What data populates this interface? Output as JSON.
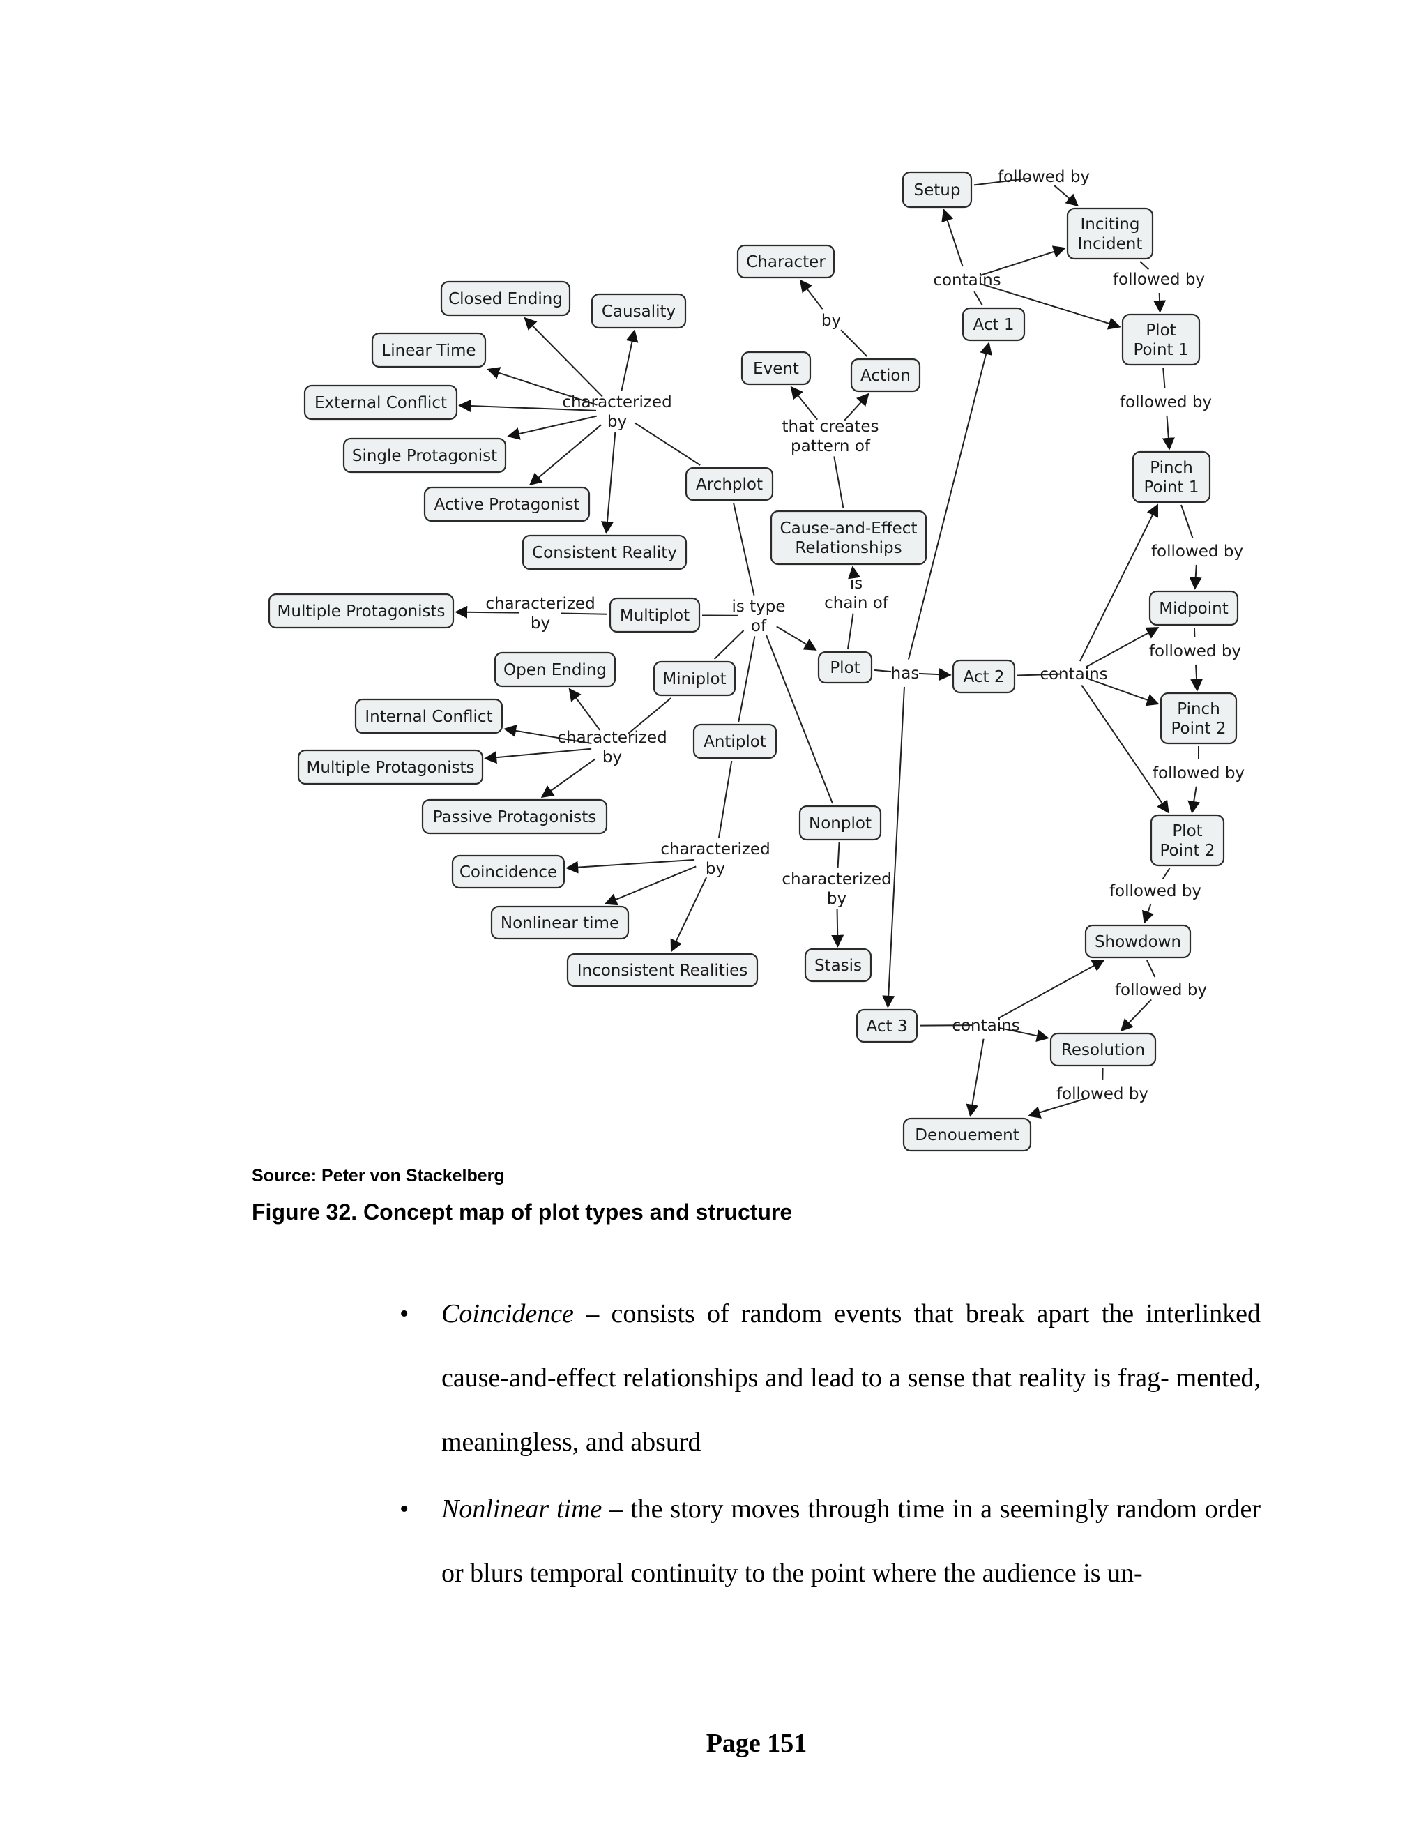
{
  "diagram": {
    "nodes": [
      {
        "id": "setup",
        "label": "Setup"
      },
      {
        "id": "inciting",
        "label": "Inciting\nIncident"
      },
      {
        "id": "character",
        "label": "Character"
      },
      {
        "id": "act1",
        "label": "Act 1"
      },
      {
        "id": "plotpoint1",
        "label": "Plot\nPoint 1"
      },
      {
        "id": "closedending",
        "label": "Closed Ending"
      },
      {
        "id": "causality",
        "label": "Causality"
      },
      {
        "id": "lineartime",
        "label": "Linear Time"
      },
      {
        "id": "event",
        "label": "Event"
      },
      {
        "id": "action",
        "label": "Action"
      },
      {
        "id": "externalconflict",
        "label": "External Conflict"
      },
      {
        "id": "singleprotagonist",
        "label": "Single Protagonist"
      },
      {
        "id": "pinchpoint1",
        "label": "Pinch\nPoint 1"
      },
      {
        "id": "archplot",
        "label": "Archplot"
      },
      {
        "id": "activeprotagonist",
        "label": "Active Protagonist"
      },
      {
        "id": "causeeffect",
        "label": "Cause-and-Effect\nRelationships"
      },
      {
        "id": "consistentreality",
        "label": "Consistent Reality"
      },
      {
        "id": "midpoint",
        "label": "Midpoint"
      },
      {
        "id": "multipleprotagonists1",
        "label": "Multiple Protagonists"
      },
      {
        "id": "multiplot",
        "label": "Multiplot"
      },
      {
        "id": "openending",
        "label": "Open Ending"
      },
      {
        "id": "miniplot",
        "label": "Miniplot"
      },
      {
        "id": "plot",
        "label": "Plot"
      },
      {
        "id": "act2",
        "label": "Act 2"
      },
      {
        "id": "pinchpoint2",
        "label": "Pinch\nPoint 2"
      },
      {
        "id": "internalconflict",
        "label": "Internal Conflict"
      },
      {
        "id": "antiplot",
        "label": "Antiplot"
      },
      {
        "id": "multipleprotagonists2",
        "label": "Multiple Protagonists"
      },
      {
        "id": "passiveprotagonists",
        "label": "Passive Protagonists"
      },
      {
        "id": "nonplot",
        "label": "Nonplot"
      },
      {
        "id": "plotpoint2",
        "label": "Plot\nPoint 2"
      },
      {
        "id": "coincidence",
        "label": "Coincidence"
      },
      {
        "id": "nonlineartime",
        "label": "Nonlinear time"
      },
      {
        "id": "showdown",
        "label": "Showdown"
      },
      {
        "id": "inconsistentrealities",
        "label": "Inconsistent Realities"
      },
      {
        "id": "stasis",
        "label": "Stasis"
      },
      {
        "id": "act3",
        "label": "Act 3"
      },
      {
        "id": "resolution",
        "label": "Resolution"
      },
      {
        "id": "denouement",
        "label": "Denouement"
      }
    ],
    "links": [
      {
        "id": "fb1",
        "label": "followed by"
      },
      {
        "id": "contains1",
        "label": "contains"
      },
      {
        "id": "fb2",
        "label": "followed by"
      },
      {
        "id": "by1",
        "label": "by"
      },
      {
        "id": "fb3",
        "label": "followed by"
      },
      {
        "id": "cb1",
        "label": "characterized\nby"
      },
      {
        "id": "creates",
        "label": "that creates\npattern of"
      },
      {
        "id": "fb4",
        "label": "followed by"
      },
      {
        "id": "ischain",
        "label": "is\nchain of"
      },
      {
        "id": "cb2",
        "label": "characterized\nby"
      },
      {
        "id": "istype",
        "label": "is type\nof"
      },
      {
        "id": "has",
        "label": "has"
      },
      {
        "id": "contains2",
        "label": "contains"
      },
      {
        "id": "fb5",
        "label": "followed by"
      },
      {
        "id": "cb3",
        "label": "characterized\nby"
      },
      {
        "id": "fb6",
        "label": "followed by"
      },
      {
        "id": "cb4",
        "label": "characterized\nby"
      },
      {
        "id": "cb5",
        "label": "characterized\nby"
      },
      {
        "id": "fb7",
        "label": "followed by"
      },
      {
        "id": "fb8",
        "label": "followed by"
      },
      {
        "id": "contains3",
        "label": "contains"
      },
      {
        "id": "fb9",
        "label": "followed by"
      }
    ]
  },
  "source": "Source: Peter von Stackelberg",
  "caption": "Figure 32. Concept map of plot types and structure",
  "bullets": [
    {
      "term": "Coincidence",
      "text": " – consists of random events that break apart the interlinked cause-and-effect relationships and lead to a sense that reality is frag- mented, meaningless, and absurd"
    },
    {
      "term": "Nonlinear time",
      "text": " – the story moves through time in a seemingly random order or blurs temporal continuity to the point where the audience is un-"
    }
  ],
  "page_number": "Page 151"
}
